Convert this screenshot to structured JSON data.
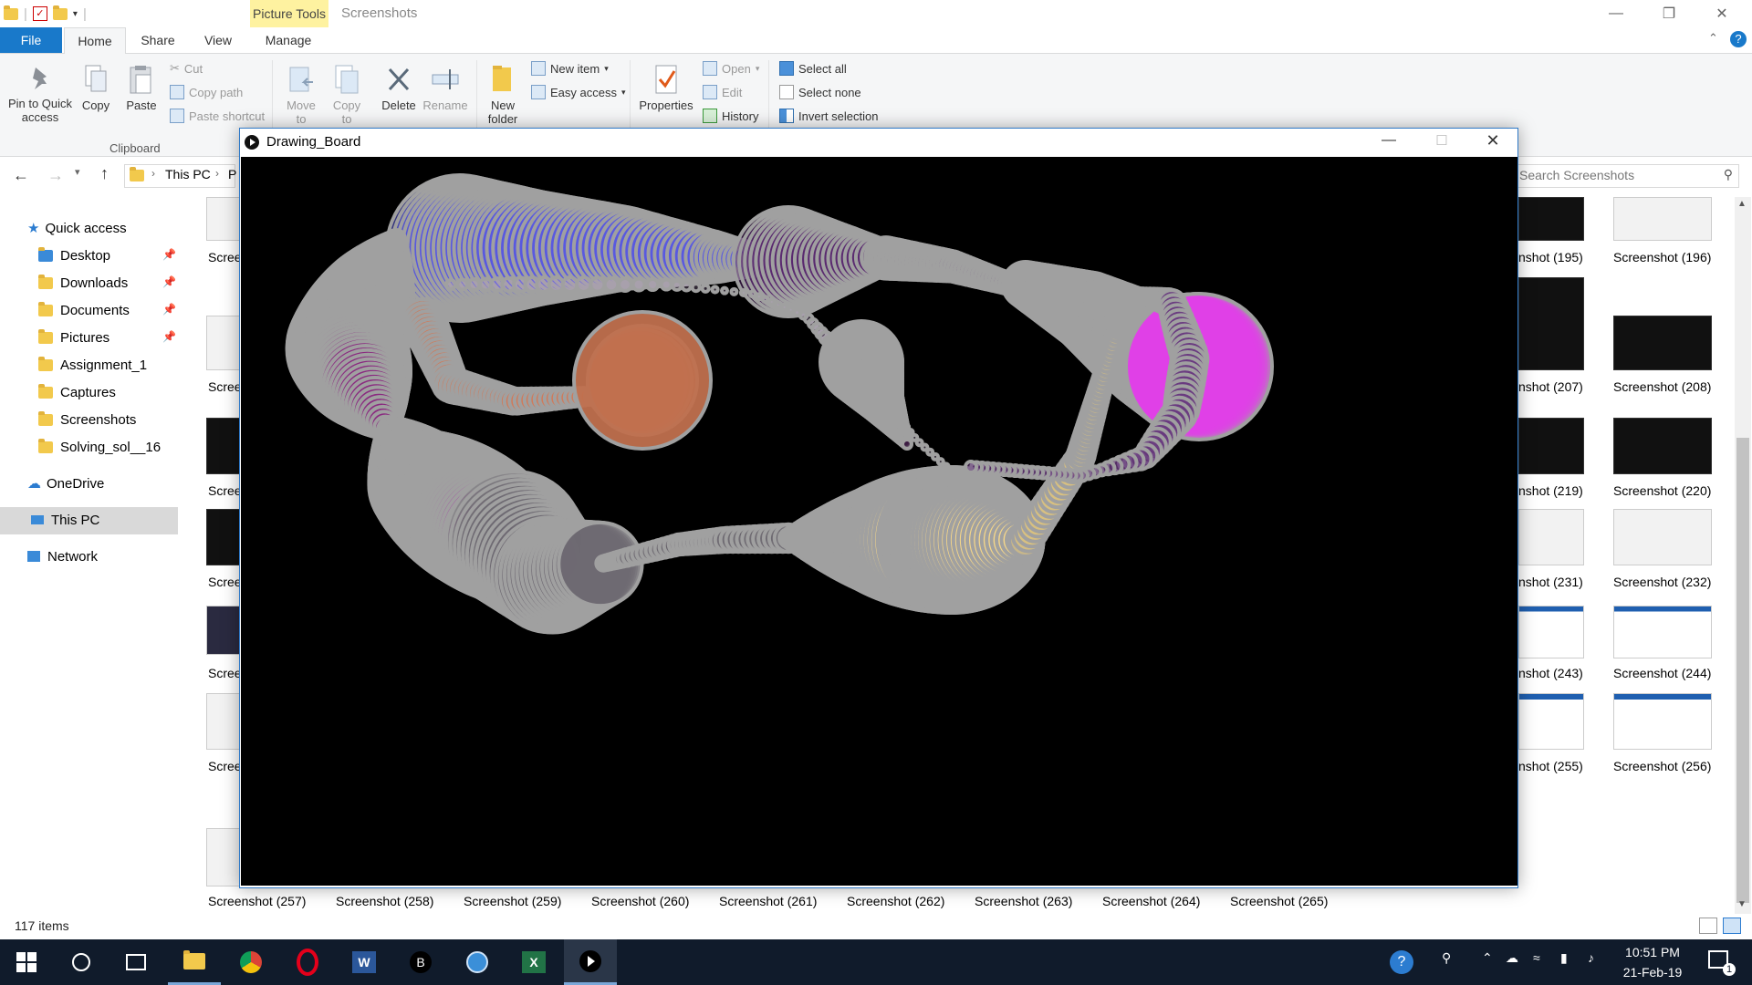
{
  "explorer": {
    "picture_tools": "Picture Tools",
    "window_title": "Screenshots",
    "tabs": {
      "file": "File",
      "home": "Home",
      "share": "Share",
      "view": "View",
      "manage": "Manage"
    },
    "ribbon": {
      "pin": "Pin to Quick access",
      "copy": "Copy",
      "paste": "Paste",
      "cut": "Cut",
      "copy_path": "Copy path",
      "paste_shortcut": "Paste shortcut",
      "clipboard": "Clipboard",
      "move_to": "Move to",
      "copy_to": "Copy to",
      "delete": "Delete",
      "rename": "Rename",
      "new_folder": "New folder",
      "new_item": "New item",
      "easy_access": "Easy access",
      "properties": "Properties",
      "open": "Open",
      "edit": "Edit",
      "history": "History",
      "select_all": "Select all",
      "select_none": "Select none",
      "invert_selection": "Invert selection"
    },
    "address": {
      "root": "This PC",
      "next": "P"
    },
    "search_placeholder": "Search Screenshots",
    "nav": {
      "quick_access": "Quick access",
      "items": [
        "Desktop",
        "Downloads",
        "Documents",
        "Pictures",
        "Assignment_1",
        "Captures",
        "Screenshots",
        "Solving_sol__16"
      ],
      "onedrive": "OneDrive",
      "this_pc": "This PC",
      "network": "Network"
    },
    "left_labels": [
      "Scree",
      "Scree",
      "Scree",
      "Scree",
      "Scree",
      "Scree"
    ],
    "right_col1": [
      "nshot (195)",
      "nshot (207)",
      "nshot (219)",
      "nshot (231)",
      "nshot (243)",
      "nshot (255)"
    ],
    "right_col2": [
      "Screenshot (196)",
      "Screenshot (208)",
      "Screenshot (220)",
      "Screenshot (232)",
      "Screenshot (244)",
      "Screenshot (256)"
    ],
    "bottom_row": [
      "Screenshot (257)",
      "Screenshot (258)",
      "Screenshot (259)",
      "Screenshot (260)",
      "Screenshot (261)",
      "Screenshot (262)",
      "Screenshot (263)",
      "Screenshot (264)",
      "Screenshot (265)"
    ],
    "status": "117 items"
  },
  "drawing_board": {
    "title": "Drawing_Board"
  },
  "taskbar": {
    "time": "10:51 PM",
    "date": "21-Feb-19",
    "notifications": "1"
  }
}
